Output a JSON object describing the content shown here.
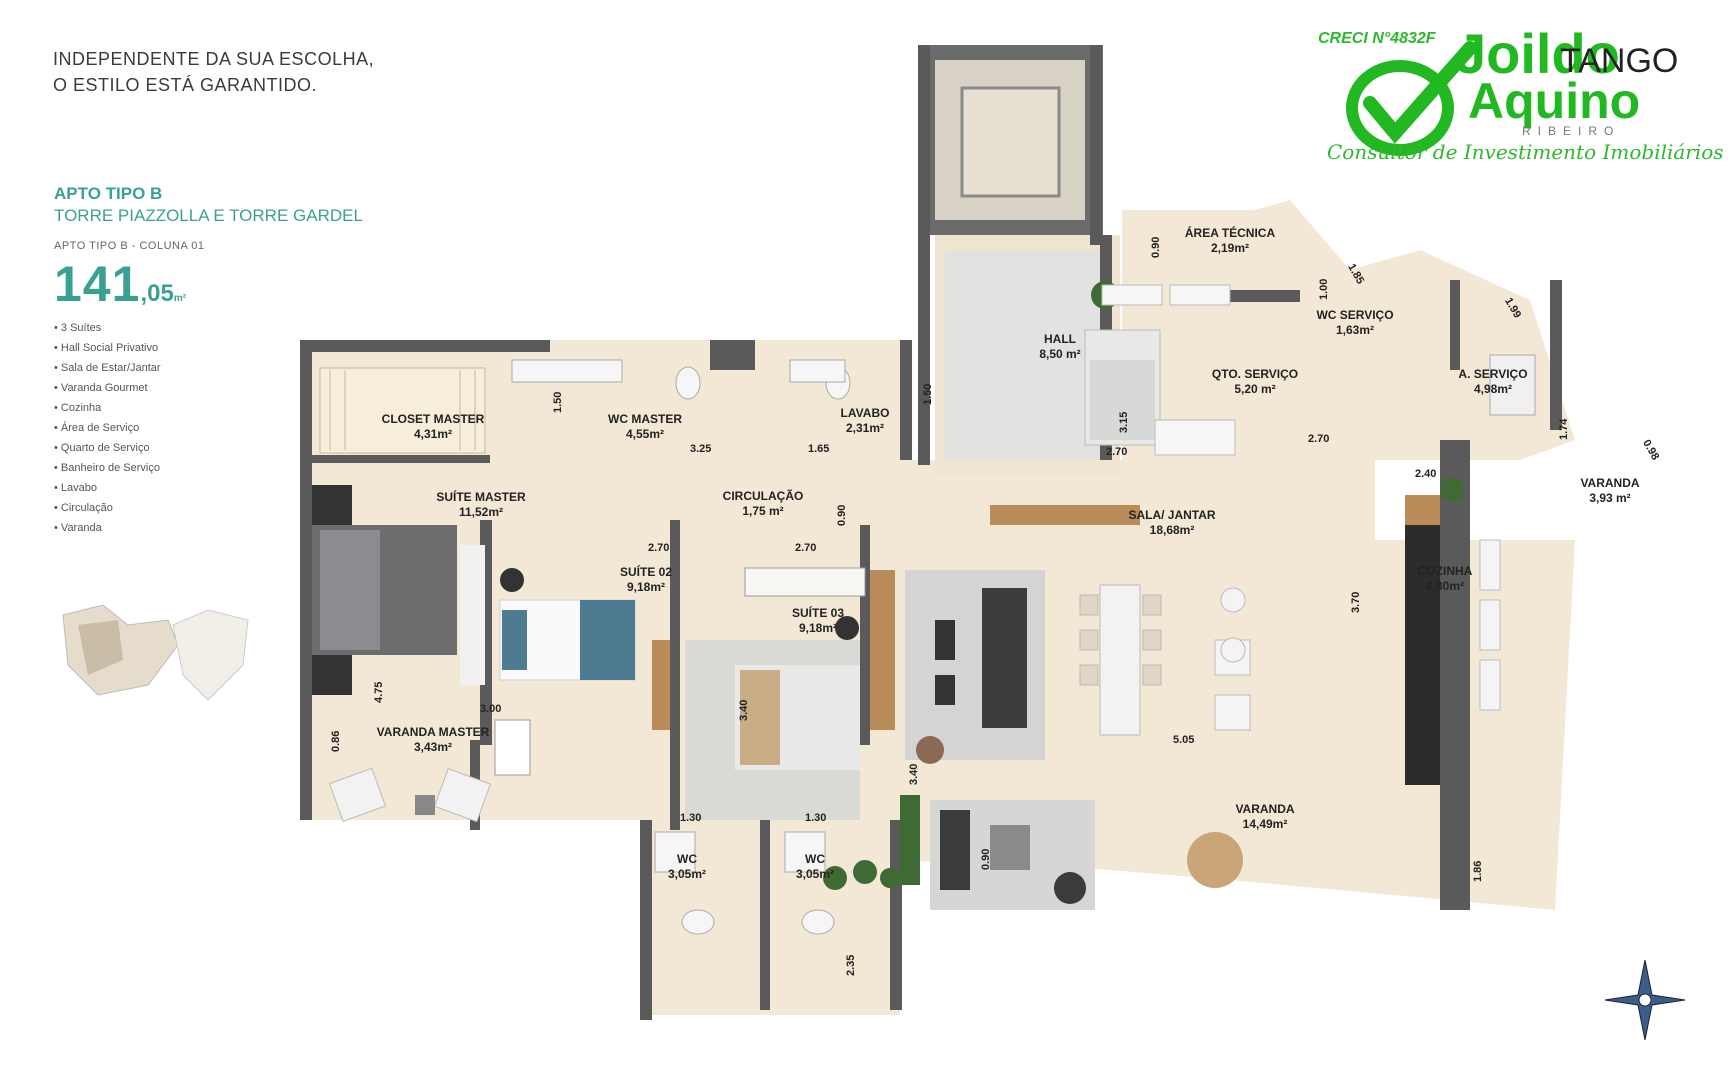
{
  "tagline": {
    "line1": "INDEPENDENTE DA SUA ESCOLHA,",
    "line2": "O ESTILO ESTÁ GARANTIDO."
  },
  "apartment": {
    "title": "APTO TIPO B",
    "towers": "TORRE PIAZZOLLA E TORRE GARDEL",
    "column": "APTO TIPO B - COLUNA 01",
    "area_int": "141",
    "area_dec": ",05",
    "area_unit": "m²",
    "features": [
      "3 Suítes",
      "Hall Social Privativo",
      "Sala de Estar/Jantar",
      "Varanda Gourmet",
      "Cozinha",
      "Área de Serviço",
      "Quarto de Serviço",
      "Banheiro de Serviço",
      "Lavabo",
      "Circulação",
      "Varanda"
    ]
  },
  "logo": {
    "creci": "CRECI N°4832F",
    "name1": "Joildo",
    "name2": "Aquino",
    "ribeiro": "RIBEIRO",
    "tango": "TANGO",
    "subtitle": "Consultor de Investimento Imobiliários"
  },
  "rooms": {
    "closet_master": {
      "name": "CLOSET MASTER",
      "area": "4,31m²"
    },
    "wc_master": {
      "name": "WC MASTER",
      "area": "4,55m²"
    },
    "lavabo": {
      "name": "LAVABO",
      "area": "2,31m²"
    },
    "hall": {
      "name": "HALL",
      "area": "8,50 m²"
    },
    "area_tecnica": {
      "name": "ÁREA TÉCNICA",
      "area": "2,19m²"
    },
    "wc_servico": {
      "name": "WC SERVIÇO",
      "area": "1,63m²"
    },
    "qto_servico": {
      "name": "QTO. SERVIÇO",
      "area": "5,20 m²"
    },
    "a_servico": {
      "name": "A. SERVIÇO",
      "area": "4,98m²"
    },
    "suite_master": {
      "name": "SUÍTE MASTER",
      "area": "11,52m²"
    },
    "circulacao": {
      "name": "CIRCULAÇÃO",
      "area": "1,75 m²"
    },
    "sala_jantar": {
      "name": "SALA/ JANTAR",
      "area": "18,68m²"
    },
    "varanda_small": {
      "name": "VARANDA",
      "area": "3,93 m²"
    },
    "suite_02": {
      "name": "SUÍTE 02",
      "area": "9,18m²"
    },
    "suite_03": {
      "name": "SUÍTE 03",
      "area": "9,18m²"
    },
    "cozinha": {
      "name": "COZINHA",
      "area": "8,80m²"
    },
    "varanda_master": {
      "name": "VARANDA MASTER",
      "area": "3,43m²"
    },
    "varanda_big": {
      "name": "VARANDA",
      "area": "14,49m²"
    },
    "wc_1": {
      "name": "WC",
      "area": "3,05m²"
    },
    "wc_2": {
      "name": "WC",
      "area": "3,05m²"
    }
  },
  "dimensions": {
    "d090_a": "0.90",
    "d100": "1.00",
    "d185": "1.85",
    "d199": "1.99",
    "d150_a": "1.50",
    "d325": "3.25",
    "d150_b": "1.50",
    "d165": "1.65",
    "d315": "3.15",
    "d270_a": "2.70",
    "d270_b": "2.70",
    "d174": "1.74",
    "d098": "0.98",
    "d240": "2.40",
    "d090_b": "0.90",
    "d270_c": "2.70",
    "d270_d": "2.70",
    "d370": "3.70",
    "d475": "4.75",
    "d300": "3.00",
    "d340_a": "3.40",
    "d505": "5.05",
    "d086": "0.86",
    "d340_b": "3.40",
    "d130_a": "1.30",
    "d130_b": "1.30",
    "d090_c": "0.90",
    "d186": "1.86",
    "d235": "2.35"
  },
  "colors": {
    "accent": "#3aa093",
    "logo_green": "#22b822",
    "wall": "#5a5a5a",
    "floor": "#f3e8d6"
  }
}
